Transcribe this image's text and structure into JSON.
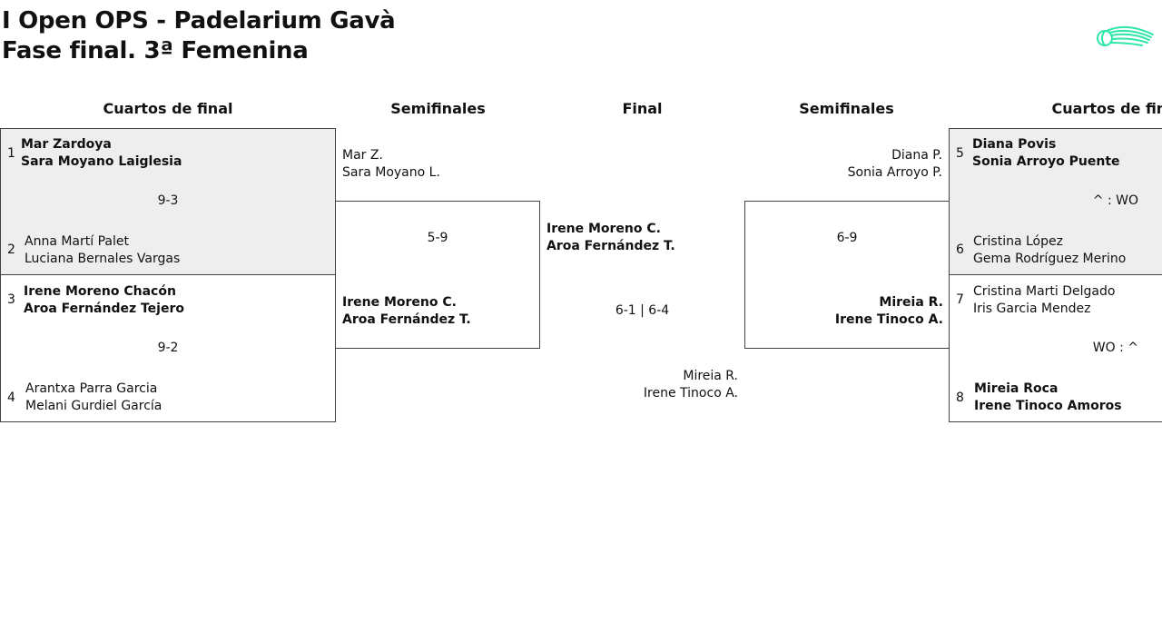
{
  "header": {
    "title_line1": "I Open OPS - Padelarium Gavà",
    "title_line2": "Fase final. 3ª Femenina"
  },
  "rounds": {
    "left_qf": "Cuartos de final",
    "left_sf": "Semifinales",
    "final": "Final",
    "right_sf": "Semifinales",
    "right_qf": "Cuartos de final"
  },
  "qf_left": [
    {
      "seed_a": "1",
      "team_a": [
        "Mar Zardoya",
        "Sara Moyano Laiglesia"
      ],
      "score": "9-3",
      "seed_b": "2",
      "team_b": [
        "Anna Martí Palet",
        "Luciana Bernales Vargas"
      ]
    },
    {
      "seed_a": "3",
      "team_a": [
        "Irene Moreno Chacón",
        "Aroa Fernández Tejero"
      ],
      "score": "9-2",
      "seed_b": "4",
      "team_b": [
        "Arantxa Parra Garcia",
        "Melani Gurdiel García"
      ]
    }
  ],
  "sf_left": {
    "team_a": [
      "Mar Z.",
      "Sara Moyano L."
    ],
    "score": "5-9",
    "team_b": [
      "Irene Moreno C.",
      "Aroa Fernández T."
    ]
  },
  "final": {
    "team_a": [
      "Irene Moreno C.",
      "Aroa Fernández T."
    ],
    "score": "6-1 | 6-4",
    "team_b": [
      "Mireia R.",
      "Irene Tinoco A."
    ]
  },
  "sf_right": {
    "team_a": [
      "Diana P.",
      "Sonia Arroyo P."
    ],
    "score": "6-9",
    "team_b": [
      "Mireia R.",
      "Irene Tinoco A."
    ]
  },
  "qf_right": [
    {
      "seed_a": "5",
      "team_a": [
        "Diana Povis",
        "Sonia Arroyo Puente"
      ],
      "score": "^ : WO",
      "seed_b": "6",
      "team_b": [
        "Cristina López",
        "Gema Rodríguez Merino"
      ]
    },
    {
      "seed_a": "7",
      "team_a": [
        "Cristina Marti Delgado",
        "Iris Garcia Mendez"
      ],
      "score": "WO : ^",
      "seed_b": "8",
      "team_b": [
        "Mireia Roca",
        "Irene Tinoco Amoros"
      ]
    }
  ],
  "colors": {
    "shade": "#eeeeee",
    "border": "#444444",
    "logo": "#2ee6a8"
  },
  "icons": {
    "logo": "padel-ball-logo-icon"
  }
}
